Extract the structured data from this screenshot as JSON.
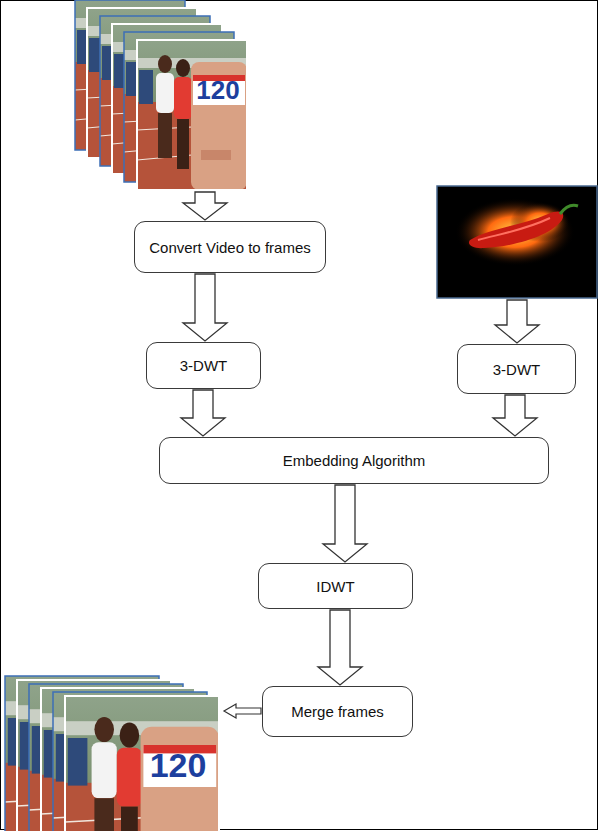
{
  "diagram": {
    "nodes": [
      {
        "text": [
          "Convert Video to frames"
        ]
      },
      {
        "text": [
          "3-DWT"
        ]
      },
      {
        "text": [
          "3-DWT"
        ]
      },
      {
        "text": [
          "Embedding Algorithm"
        ]
      },
      {
        "text": [
          "IDWT"
        ]
      },
      {
        "text": [
          "Merge frames"
        ]
      }
    ],
    "edges": [
      {
        "from": 0,
        "to": 1,
        "arrow": "to"
      },
      {
        "from": 1,
        "to": 3,
        "arrow": "to"
      },
      {
        "from": 2,
        "to": 3,
        "arrow": "to"
      },
      {
        "from": 3,
        "to": 4,
        "arrow": "to"
      },
      {
        "from": 4,
        "to": 5,
        "arrow": "to"
      }
    ],
    "labels": [
      "120",
      "120"
    ]
  }
}
